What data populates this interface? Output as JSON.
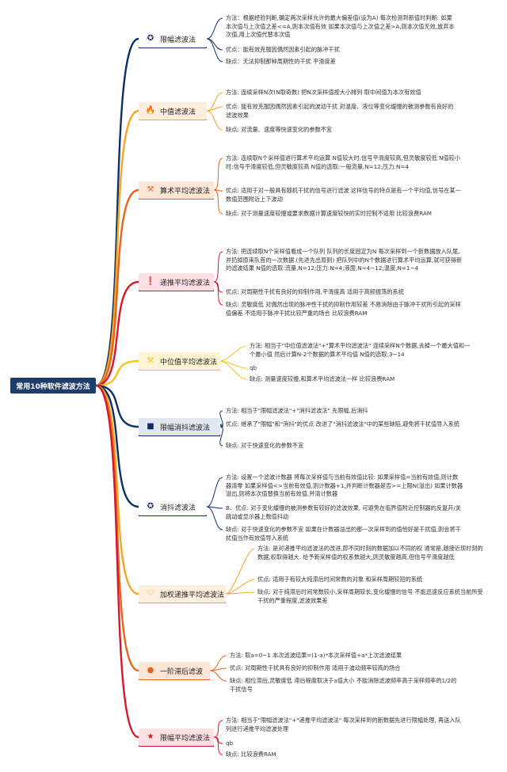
{
  "root": "常用10种软件滤波方法",
  "branches": [
    {
      "label": "限幅滤波法",
      "icon": "medal-icon",
      "icon_glyph": "✪",
      "color": "#0d2f68",
      "bg": "#ffffff",
      "notes": [
        "方法：根据经验判断,确定两次采样允许的最大偏差值(设为A) 每次检测到新值时判断: 如果本次值与上次值之差<=A,则本次值有效 如果本次值与上次值之差>A,则本次值无效,放弃本次值,用上次值代替本次值",
        "优点：能有效克服因偶然因素引起的脉冲干扰",
        "缺点：无法抑制那种周期性的干扰 平滑度差"
      ]
    },
    {
      "label": "中值滤波法",
      "icon": "fire-icon",
      "icon_glyph": "🔥",
      "color": "#f5a623",
      "bg": "#fdeedd",
      "notes": [
        "方法: 连续采样N次(N取奇数) 把N次采样值按大小排列 取中间值为本次有效值",
        "优点: 能有效克服因偶然因素引起的波动干扰 对温度、液位等变化缓慢的被测参数有良好的滤波效果",
        "缺点: 对流量、速度等快速变化的参数不宜"
      ]
    },
    {
      "label": "算术平均滤波法",
      "icon": "hammer-icon",
      "icon_glyph": "⚒",
      "color": "#e8641e",
      "bg": "#fde6d6",
      "notes": [
        "方法: 连续取N个采样值进行算术平均运算 N值较大时:信号平滑度较高,但灵敏度较低 N值较小时:信号平滑度较低,但灵敏度较高 N值的选取:一般流量,N=12;压力:N=4",
        "优点: 适用于对一般具有随机干扰的信号进行滤波 这样信号的特点是有一个平均值,信号在某一数值范围附近上下波动",
        "缺点: 对于测量速度较慢或要求数据计算速度较快的实时控制不适用 比较浪费RAM"
      ]
    },
    {
      "label": "递推平均滤波法",
      "icon": "alert-icon",
      "icon_glyph": "❗",
      "color": "#d6182a",
      "bg": "#fde0e3",
      "notes": [
        "方法: 把连续取N个采样值看成一个队列 队列的长度固定为N 每次采样到一个新数据放入队尾,并扔掉原来队首的一次数据.(先进先出原则) 把队列中的N个数据进行算术平均运算,就可获得新的滤波结果 N值的选取:流量,N=12;压力:N=4;液面,N=4~12;温度,N=1~4",
        "优点: 对周期性干扰有良好的抑制作用,平滑度高 适用于高频振荡的系统",
        "缺点: 灵敏度低 对偶然出现的脉冲性干扰的抑制作用较差 不易消除由于脉冲干扰所引起的采样值偏差 不适用于脉冲干扰比较严重的场合 比较浪费RAM"
      ]
    },
    {
      "label": "中位值平均滤波法",
      "icon": "hammer-icon",
      "icon_glyph": "⚒",
      "color": "#f5c518",
      "bg": "#fdf4d2",
      "notes": [
        "方法: 相当于\"中位值滤波法\"+\"算术平均滤波法\" 连续采样N个数据,去掉一个最大值和一个最小值 然后计算N-2个数据的算术平均值 N值的选取:3~14",
        "qb",
        "缺点: 测量速度较慢,和算术平均滤波法一样 比较浪费RAM"
      ]
    },
    {
      "label": "限幅消抖滤波法",
      "icon": "square-icon",
      "icon_glyph": "■",
      "color": "#0d2f68",
      "bg": "#e1e6ef",
      "notes": [
        "方法: 相当于\"限幅滤波法\"+\"消抖滤波法\" 先限幅,后消抖",
        "优点: 继承了\"限幅\"和\"消抖\"的优点 改进了\"消抖滤波法\"中的某些缺陷,避免将干扰值导入系统",
        "缺点: 对于快速变化的参数不宜"
      ]
    },
    {
      "label": "消抖滤波法",
      "icon": "medal-icon",
      "icon_glyph": "✪",
      "color": "#0d2f68",
      "bg": "#ffffff",
      "notes": [
        "方法: 设置一个滤波计数器 将每次采样值与当前有效值比较: 如果采样值=当前有效值,则计数器清零 如果采样值<>当前有效值,则计数器+1,并判断计数器是否>=上限N(溢出) 如果计数器溢出,则将本次值替换当前有效值,并清计数器",
        "B、优点: 对于变化缓慢的被测参数有较好的滤波效果, 可避免在临界值附近控制器的反复开/关跳动或显示器上数值抖动",
        "缺点: 对于快速变化的参数不宜 如果在计数器溢出的那一次采样到的值恰好是干扰值,则会将干扰值当作有效值导入系统"
      ]
    },
    {
      "label": "加权递推平均滤波法",
      "icon": "heart-icon",
      "icon_glyph": "♡",
      "color": "#f5a623",
      "bg": "#fdeedd",
      "notes": [
        "方法: 是对递推平均滤波法的改进,即不同时刻的数据加以不同的权 通常是,越接近现时刻的数据,权取得越大. 给予新采样值的权系数越大,则灵敏度越高,但信号平滑度越低",
        "优点: 适用于有较大纯滞后时间常数的对象 和采样周期较短的系统",
        "缺点: 对于纯滞后时间常数较小,采样周期较长,变化缓慢的信号 不能迅速反应系统当前所受干扰的严重程度,滤波效果差"
      ]
    },
    {
      "label": "一阶滞后滤波",
      "icon": "globe-icon",
      "icon_glyph": "●",
      "color": "#e8641e",
      "bg": "#fde6d6",
      "notes": [
        "方法: 取a=0~1 本次滤波结果=(1-a)*本次采样值+a*上次滤波结果",
        "优点: 对周期性干扰具有良好的抑制作用 适用于波动频率较高的场合",
        "缺点: 相位滞后,灵敏度低 滞后程度取决于a值大小 不能消除滤波频率高于采样频率的1/2的干扰信号"
      ]
    },
    {
      "label": "限幅平均滤波法",
      "icon": "star-icon",
      "icon_glyph": "★",
      "color": "#d6182a",
      "bg": "#fde0e3",
      "notes": [
        "方法: 相当于\"限幅滤波法\"+\"递推平均滤波法\" 每次采样到的新数据先进行限幅处理, 再送入队列进行递推平均滤波处理",
        "qb",
        "缺点: 比较浪费RAM"
      ]
    }
  ]
}
